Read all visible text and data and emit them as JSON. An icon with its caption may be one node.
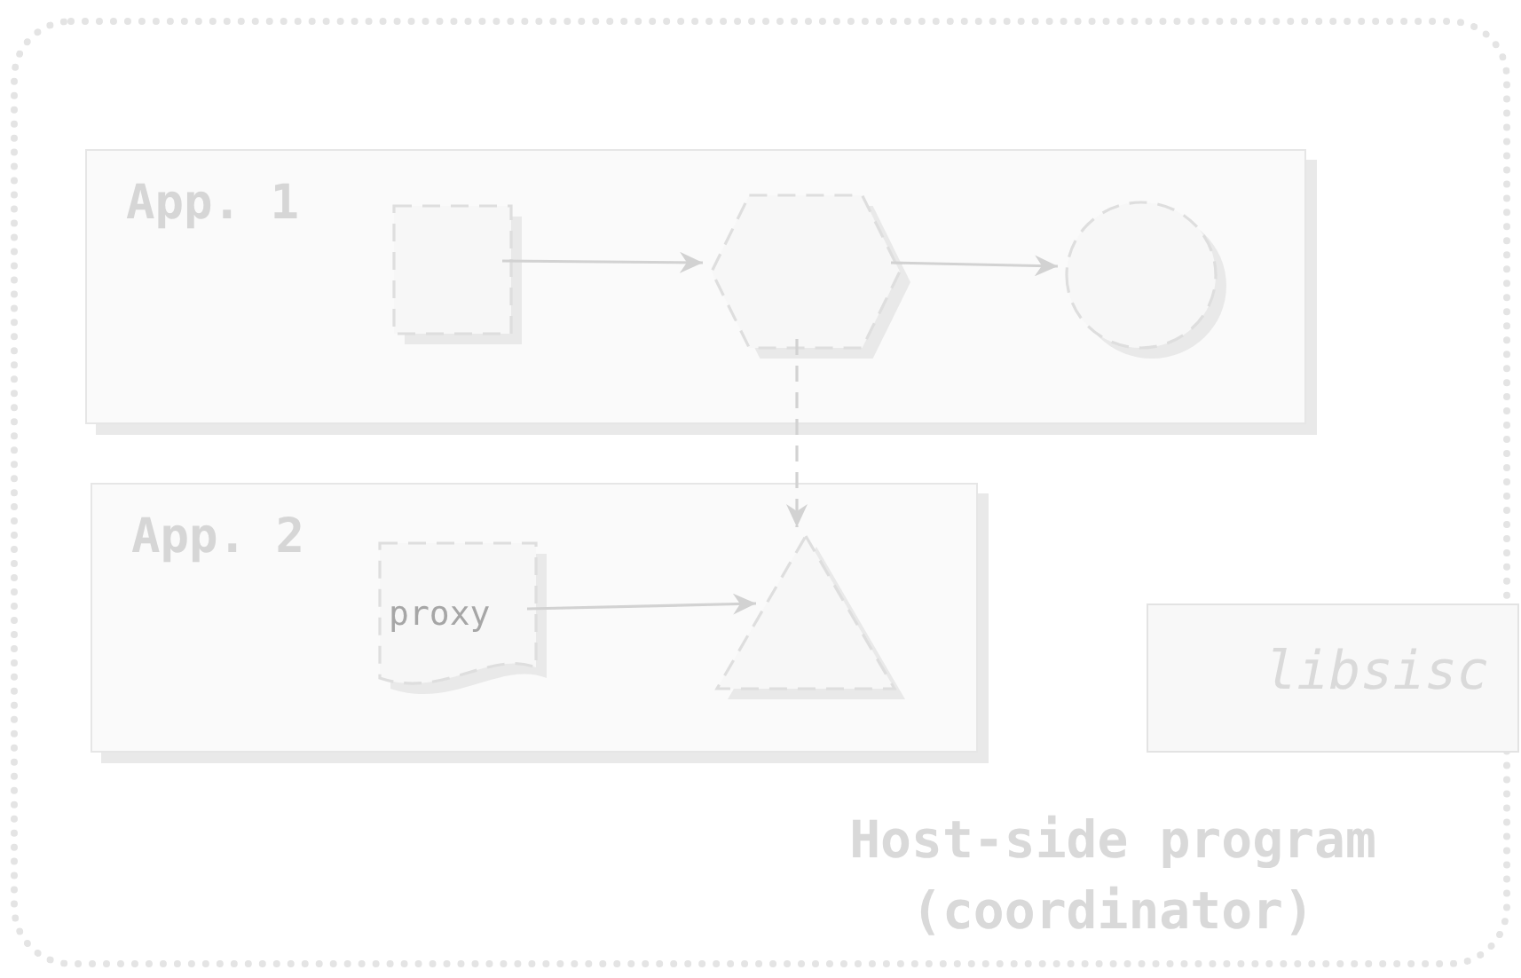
{
  "diagram": {
    "nodes": [
      {
        "text": [
          "Host-side program (coordinator)"
        ]
      },
      {
        "text": [
          "App. 1"
        ],
        "in": 0
      },
      {
        "text": [],
        "shape": "box",
        "in": 1
      },
      {
        "text": [],
        "shape": "hexagon",
        "in": 1
      },
      {
        "text": [],
        "shape": "circle",
        "in": 1
      },
      {
        "text": [
          "App. 2"
        ],
        "in": 0
      },
      {
        "text": [
          "proxy"
        ],
        "in": 5
      },
      {
        "text": [],
        "shape": "triangle",
        "in": 5
      },
      {
        "text": [
          "libsisc"
        ],
        "in": 0
      }
    ],
    "edges": [
      {
        "from": 2,
        "to": 3,
        "arrow": "to"
      },
      {
        "from": 3,
        "to": 4,
        "arrow": "to"
      },
      {
        "from": 3,
        "to": 7,
        "arrow": "to",
        "style": "dashed"
      },
      {
        "from": 6,
        "to": 7,
        "arrow": "to"
      }
    ]
  }
}
